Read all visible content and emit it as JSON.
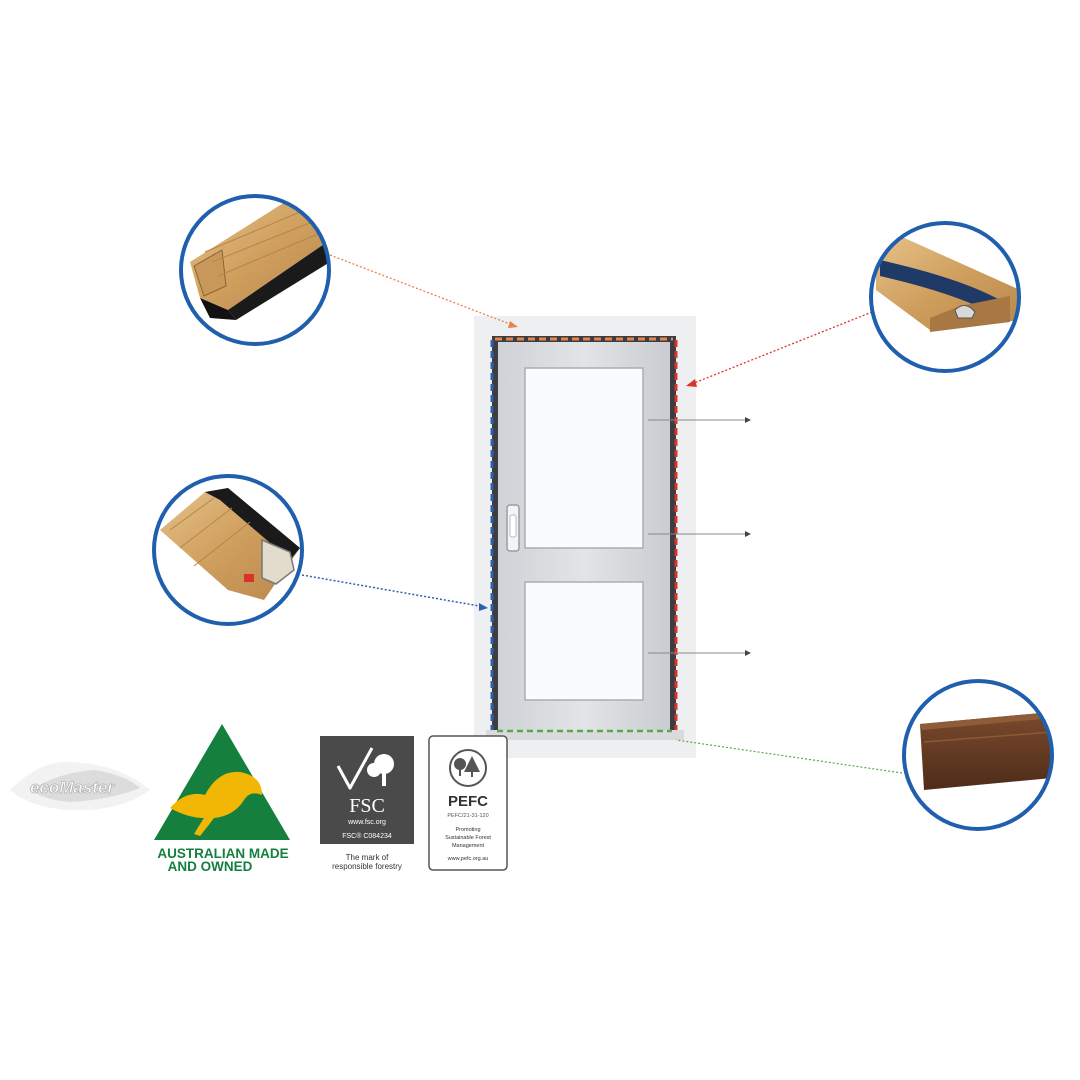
{
  "colors": {
    "callout_ring": "#1f5fae",
    "top_seal": "#e8834a",
    "hinge_seal": "#2f5fb0",
    "latch_seal": "#d9342b",
    "sill_seal": "#5aa84a",
    "door_frame": "#3b3d40",
    "door_leaf": "#d7d9dc",
    "glass_panel": "#fafbfc",
    "wall": "#eeeff1",
    "wood_light": "#d7ad6d",
    "wood_dark": "#6b4126",
    "aus_green": "#15803d",
    "aus_gold": "#f2b705",
    "fsc_box": "#4a4a4a"
  },
  "callouts": [
    {
      "id": "top-jamb-seal",
      "color": "top_seal"
    },
    {
      "id": "hinge-side-seal",
      "color": "hinge_seal"
    },
    {
      "id": "latch-side-seal",
      "color": "latch_seal"
    },
    {
      "id": "door-bottom-seal",
      "color": "sill_seal"
    }
  ],
  "logos": {
    "ecomaster": {
      "text": "ecoMaster"
    },
    "australian_made": {
      "line1": "AUSTRALIAN MADE",
      "line2": "AND OWNED"
    },
    "fsc": {
      "name": "FSC",
      "url": "www.fsc.org",
      "license": "FSC® C084234",
      "tagline_1": "The mark of",
      "tagline_2": "responsible forestry"
    },
    "pefc": {
      "name": "PEFC",
      "code": "PEFC/21-31-120",
      "tagline_1": "Promoting",
      "tagline_2": "Sustainable Forest",
      "tagline_3": "Management",
      "url": "www.pefc.org.au"
    }
  }
}
